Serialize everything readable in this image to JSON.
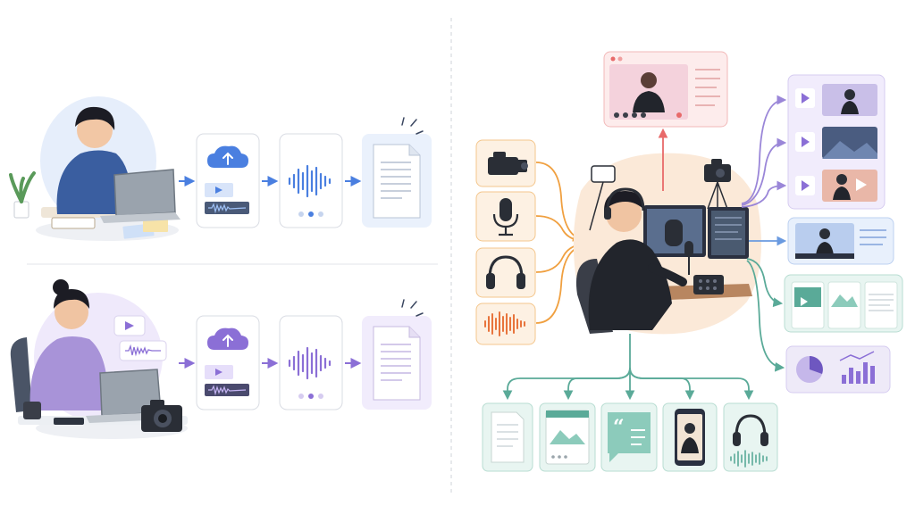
{
  "colors": {
    "background": "#ffffff",
    "blue_accent": "#4a7fe0",
    "purple_accent": "#8b6fd6",
    "orange_accent": "#f0a040",
    "red_accent": "#e86a6a",
    "teal_accent": "#5aaa98",
    "card_border": "#d9dce3"
  },
  "icons": [
    "person-laptop-blue-illustration",
    "person-laptop-purple-illustration",
    "cloud-upload-icon",
    "audio-waveform-icon",
    "document-icon",
    "camera-icon",
    "microphone-icon",
    "headphones-icon",
    "video-call-icon",
    "streamer-desk-illustration",
    "play-icon",
    "pie-chart-icon",
    "bar-chart-icon",
    "quote-icon",
    "phone-video-icon"
  ]
}
